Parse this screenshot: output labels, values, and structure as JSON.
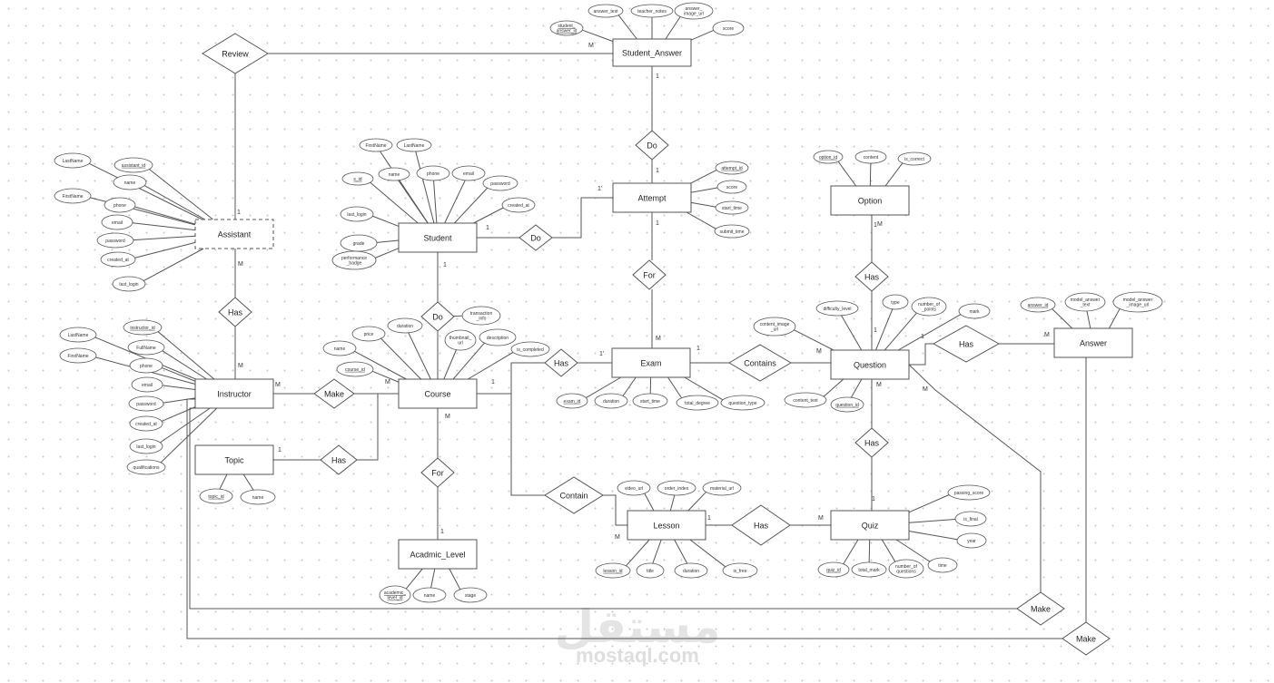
{
  "entities": [
    {
      "id": "student_answer",
      "label": "Student_Answer"
    },
    {
      "id": "attempt",
      "label": "Attempt"
    },
    {
      "id": "option",
      "label": "Option"
    },
    {
      "id": "assistant",
      "label": "Assistant",
      "dashed": true
    },
    {
      "id": "student",
      "label": "Student"
    },
    {
      "id": "instructor",
      "label": "Instructor"
    },
    {
      "id": "course",
      "label": "Course"
    },
    {
      "id": "exam",
      "label": "Exam"
    },
    {
      "id": "question",
      "label": "Question"
    },
    {
      "id": "answer",
      "label": "Answer"
    },
    {
      "id": "topic",
      "label": "Topic"
    },
    {
      "id": "lesson",
      "label": "Lesson"
    },
    {
      "id": "quiz",
      "label": "Quiz"
    },
    {
      "id": "academic_level",
      "label": "Acadmic_Level"
    }
  ],
  "relationships": [
    {
      "id": "review",
      "label": "Review"
    },
    {
      "id": "do_answer",
      "label": "Do"
    },
    {
      "id": "do_attempt",
      "label": "Do"
    },
    {
      "id": "for_exam",
      "label": "For"
    },
    {
      "id": "has_option",
      "label": "Has"
    },
    {
      "id": "has_assistant",
      "label": "Has"
    },
    {
      "id": "do_course",
      "label": "Do"
    },
    {
      "id": "make_course",
      "label": "Make"
    },
    {
      "id": "has_exam",
      "label": "Has"
    },
    {
      "id": "contains",
      "label": "Contains"
    },
    {
      "id": "has_answer",
      "label": "Has"
    },
    {
      "id": "has_topic",
      "label": "Has"
    },
    {
      "id": "for_level",
      "label": "For"
    },
    {
      "id": "contain_lesson",
      "label": "Contain"
    },
    {
      "id": "has_quiz_q",
      "label": "Has"
    },
    {
      "id": "has_lesson_quiz",
      "label": "Has"
    },
    {
      "id": "make_question",
      "label": "Make"
    },
    {
      "id": "make_answer",
      "label": "Make"
    }
  ],
  "attributes": {
    "student_answer": [
      {
        "id": "sa_id",
        "lines": [
          "student_",
          "answer_id"
        ],
        "key": true
      },
      {
        "id": "sa_text",
        "lines": [
          "answer_text"
        ]
      },
      {
        "id": "sa_notes",
        "lines": [
          "teacher_notes"
        ]
      },
      {
        "id": "sa_img",
        "lines": [
          "answer_",
          "image_url"
        ]
      },
      {
        "id": "sa_score",
        "lines": [
          "score"
        ]
      }
    ],
    "attempt": [
      {
        "id": "at_id",
        "lines": [
          "attempt_id"
        ],
        "key": true
      },
      {
        "id": "at_score",
        "lines": [
          "score"
        ]
      },
      {
        "id": "at_start",
        "lines": [
          "start_time"
        ]
      },
      {
        "id": "at_submit",
        "lines": [
          "submit_time"
        ]
      }
    ],
    "option": [
      {
        "id": "op_id",
        "lines": [
          "option_id"
        ],
        "key": true
      },
      {
        "id": "op_content",
        "lines": [
          "content"
        ]
      },
      {
        "id": "op_correct",
        "lines": [
          "is_correct"
        ]
      }
    ],
    "assistant": [
      {
        "id": "as_last",
        "lines": [
          "LastName"
        ]
      },
      {
        "id": "as_first",
        "lines": [
          "FirstName"
        ]
      },
      {
        "id": "as_id",
        "lines": [
          "assistant_id"
        ],
        "key": true
      },
      {
        "id": "as_name",
        "lines": [
          "name"
        ]
      },
      {
        "id": "as_phone",
        "lines": [
          "phone"
        ]
      },
      {
        "id": "as_email",
        "lines": [
          "email"
        ]
      },
      {
        "id": "as_pass",
        "lines": [
          "password"
        ]
      },
      {
        "id": "as_created",
        "lines": [
          "created_at"
        ]
      },
      {
        "id": "as_login",
        "lines": [
          "last_login"
        ]
      }
    ],
    "student": [
      {
        "id": "st_first",
        "lines": [
          "FirstName"
        ]
      },
      {
        "id": "st_last",
        "lines": [
          "LastName"
        ]
      },
      {
        "id": "st_id",
        "lines": [
          "s_id"
        ],
        "key": true
      },
      {
        "id": "st_name",
        "lines": [
          "name"
        ]
      },
      {
        "id": "st_phone",
        "lines": [
          "phone"
        ]
      },
      {
        "id": "st_email",
        "lines": [
          "email"
        ]
      },
      {
        "id": "st_pass",
        "lines": [
          "password"
        ]
      },
      {
        "id": "st_created",
        "lines": [
          "created_at"
        ]
      },
      {
        "id": "st_login",
        "lines": [
          "last_login"
        ]
      },
      {
        "id": "st_grade",
        "lines": [
          "grade"
        ]
      },
      {
        "id": "st_badge",
        "lines": [
          "performance",
          "_badge"
        ]
      }
    ],
    "instructor": [
      {
        "id": "in_last",
        "lines": [
          "LastName"
        ]
      },
      {
        "id": "in_first",
        "lines": [
          "FirstName"
        ]
      },
      {
        "id": "in_id",
        "lines": [
          "instructor_id"
        ],
        "key": true
      },
      {
        "id": "in_full",
        "lines": [
          "FullName"
        ]
      },
      {
        "id": "in_phone",
        "lines": [
          "phone"
        ]
      },
      {
        "id": "in_email",
        "lines": [
          "email"
        ]
      },
      {
        "id": "in_pass",
        "lines": [
          "password"
        ]
      },
      {
        "id": "in_created",
        "lines": [
          "created_at"
        ]
      },
      {
        "id": "in_login",
        "lines": [
          "last_login"
        ]
      },
      {
        "id": "in_qual",
        "lines": [
          "qualifications"
        ]
      }
    ],
    "course": [
      {
        "id": "co_name",
        "lines": [
          "name"
        ]
      },
      {
        "id": "co_price",
        "lines": [
          "price"
        ]
      },
      {
        "id": "co_duration",
        "lines": [
          "duration"
        ]
      },
      {
        "id": "co_id",
        "lines": [
          "course_id"
        ],
        "key": true
      },
      {
        "id": "co_thumb",
        "lines": [
          "thumbnail_",
          "url"
        ]
      },
      {
        "id": "co_desc",
        "lines": [
          "description"
        ]
      },
      {
        "id": "co_completed",
        "lines": [
          "is_completed"
        ]
      }
    ],
    "do_course": [
      {
        "id": "dc_trans",
        "lines": [
          "transaction",
          "_info"
        ]
      }
    ],
    "exam": [
      {
        "id": "ex_id",
        "lines": [
          "exam_id"
        ],
        "key": true
      },
      {
        "id": "ex_duration",
        "lines": [
          "duration"
        ]
      },
      {
        "id": "ex_start",
        "lines": [
          "start_time"
        ]
      },
      {
        "id": "ex_total",
        "lines": [
          "total_degree"
        ]
      },
      {
        "id": "ex_qtype",
        "lines": [
          "question_type"
        ]
      }
    ],
    "question": [
      {
        "id": "qu_img",
        "lines": [
          "content_image",
          "_url"
        ]
      },
      {
        "id": "qu_diff",
        "lines": [
          "difficulty_level"
        ]
      },
      {
        "id": "qu_type",
        "lines": [
          "type"
        ]
      },
      {
        "id": "qu_points",
        "lines": [
          "number_of",
          "_points"
        ]
      },
      {
        "id": "qu_mark",
        "lines": [
          "mark"
        ]
      },
      {
        "id": "qu_text",
        "lines": [
          "content_text"
        ]
      },
      {
        "id": "qu_id",
        "lines": [
          "question_id"
        ],
        "key": true
      }
    ],
    "answer": [
      {
        "id": "an_id",
        "lines": [
          "answer_id"
        ],
        "key": true
      },
      {
        "id": "an_text",
        "lines": [
          "model_answer",
          "_text"
        ]
      },
      {
        "id": "an_img",
        "lines": [
          "model_answer",
          "_image_url"
        ]
      }
    ],
    "topic": [
      {
        "id": "tp_id",
        "lines": [
          "topic_id"
        ],
        "key": true
      },
      {
        "id": "tp_name",
        "lines": [
          "name"
        ]
      }
    ],
    "lesson": [
      {
        "id": "ls_video",
        "lines": [
          "video_url"
        ]
      },
      {
        "id": "ls_order",
        "lines": [
          "order_index"
        ]
      },
      {
        "id": "ls_material",
        "lines": [
          "material_url"
        ]
      },
      {
        "id": "ls_id",
        "lines": [
          "lesson_id"
        ],
        "key": true
      },
      {
        "id": "ls_title",
        "lines": [
          "title"
        ]
      },
      {
        "id": "ls_duration",
        "lines": [
          "duration"
        ]
      },
      {
        "id": "ls_free",
        "lines": [
          "is_free"
        ]
      }
    ],
    "quiz": [
      {
        "id": "qz_pass",
        "lines": [
          "passing_score"
        ]
      },
      {
        "id": "qz_final",
        "lines": [
          "is_final"
        ]
      },
      {
        "id": "qz_year",
        "lines": [
          "year"
        ]
      },
      {
        "id": "qz_id",
        "lines": [
          "quiz_id"
        ],
        "key": true
      },
      {
        "id": "qz_total",
        "lines": [
          "total_mark"
        ]
      },
      {
        "id": "qz_numq",
        "lines": [
          "number_of",
          "questions"
        ]
      },
      {
        "id": "qz_time",
        "lines": [
          "time"
        ]
      }
    ],
    "academic_level": [
      {
        "id": "al_id",
        "lines": [
          "academic_",
          "level_id"
        ],
        "key": true
      },
      {
        "id": "al_name",
        "lines": [
          "name"
        ]
      },
      {
        "id": "al_stage",
        "lines": [
          "stage"
        ]
      }
    ]
  },
  "cardinalities": [
    {
      "id": "c1",
      "text": "M"
    },
    {
      "id": "c2",
      "text": "1"
    },
    {
      "id": "c3",
      "text": "1"
    },
    {
      "id": "c4",
      "text": "1"
    },
    {
      "id": "c5",
      "text": "1"
    },
    {
      "id": "c6",
      "text": "1'"
    },
    {
      "id": "c7",
      "text": "1"
    },
    {
      "id": "c8",
      "text": "M"
    },
    {
      "id": "c9",
      "text": "1"
    },
    {
      "id": "c10",
      "text": "M"
    },
    {
      "id": "c11",
      "text": "1"
    },
    {
      "id": "c12",
      "text": "M"
    },
    {
      "id": "c13",
      "text": "M"
    },
    {
      "id": "c14",
      "text": "1"
    },
    {
      "id": "c15",
      "text": "1'"
    },
    {
      "id": "c16",
      "text": "1"
    },
    {
      "id": "c17",
      "text": "M"
    },
    {
      "id": "c18",
      "text": "1"
    },
    {
      "id": "c19",
      "text": "M"
    },
    {
      "id": "c20",
      "text": "M"
    },
    {
      "id": "c21",
      "text": "1"
    },
    {
      "id": "c22",
      "text": "M"
    },
    {
      "id": "c23",
      "text": "1"
    },
    {
      "id": "c24",
      "text": "M"
    },
    {
      "id": "c25",
      "text": "1"
    },
    {
      "id": "c26",
      "text": "1"
    },
    {
      "id": "c27",
      "text": "M"
    },
    {
      "id": "c28",
      "text": "M"
    },
    {
      "id": "c29",
      "text": "M"
    },
    {
      "id": "c30",
      "text": "1"
    }
  ],
  "watermark": {
    "arabic": "مستقل",
    "latin": "mostaql.com"
  }
}
